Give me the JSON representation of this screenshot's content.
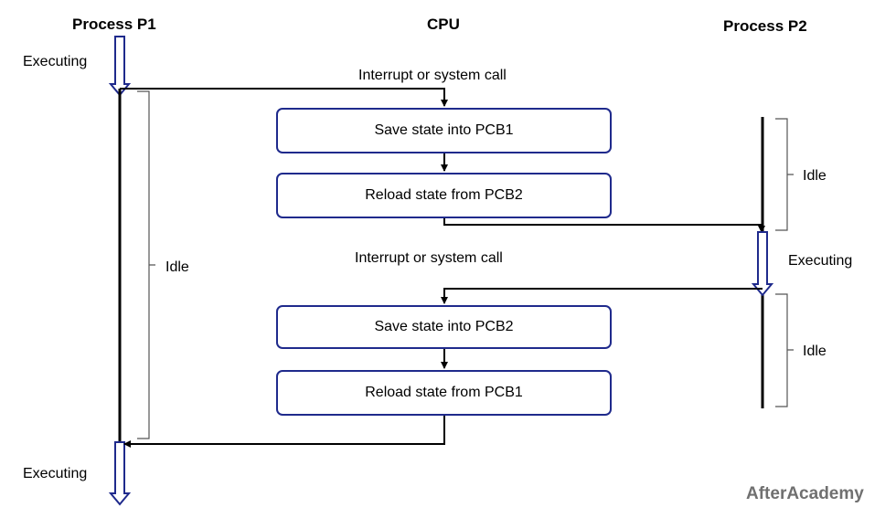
{
  "headers": {
    "p1": "Process P1",
    "cpu": "CPU",
    "p2": "Process P2"
  },
  "states": {
    "p1_executing_top": "Executing",
    "p1_idle": "Idle",
    "p1_executing_bottom": "Executing",
    "p2_idle_top": "Idle",
    "p2_executing": "Executing",
    "p2_idle_bottom": "Idle"
  },
  "events": {
    "interrupt_1": "Interrupt or system call",
    "interrupt_2": "Interrupt or system call"
  },
  "steps": {
    "save_pcb1": "Save state into PCB1",
    "reload_pcb2": "Reload state from PCB2",
    "save_pcb2": "Save state into PCB2",
    "reload_pcb1": "Reload state from PCB1"
  },
  "watermark": "AfterAcademy",
  "colors": {
    "box_border": "#1f2a8c",
    "exec_arrow": "#1f2a8c",
    "line": "#000000",
    "bracket": "#555555",
    "watermark": "#707070"
  }
}
